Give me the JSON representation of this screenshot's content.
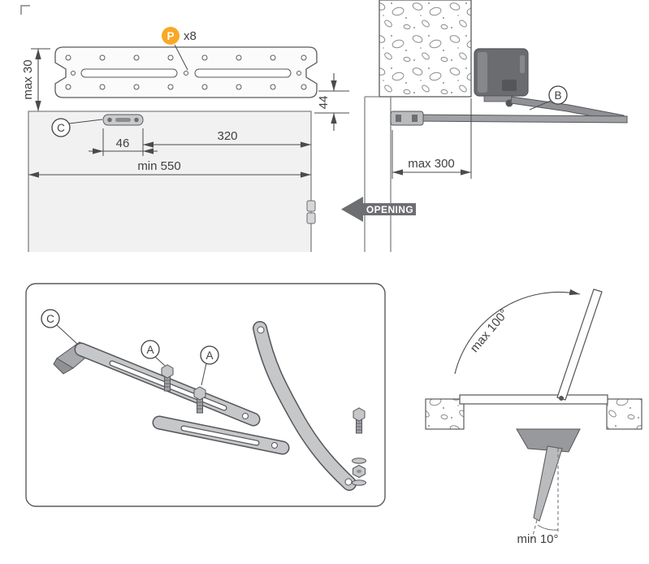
{
  "colors": {
    "accent_yellow": "#F9A825",
    "arrow_gray": "#6D6E71",
    "line_dark": "#4A4B4D",
    "part_gray": "#C6C7C9"
  },
  "top_view": {
    "part_p_label": "P",
    "part_p_qty": "x8",
    "dim_max30": "max 30",
    "dim_44": "44",
    "dim_46": "46",
    "dim_320": "320",
    "dim_min550": "min 550",
    "dim_max300": "max 300",
    "opening_arrow_label": "OPENING",
    "marker_b": "B",
    "marker_c": "C"
  },
  "exploded_view": {
    "marker_c": "C",
    "marker_a_upper": "A",
    "marker_a_lower": "A"
  },
  "angle_view": {
    "dim_max_opening": "max 100°",
    "dim_min_angle": "min 10°"
  }
}
